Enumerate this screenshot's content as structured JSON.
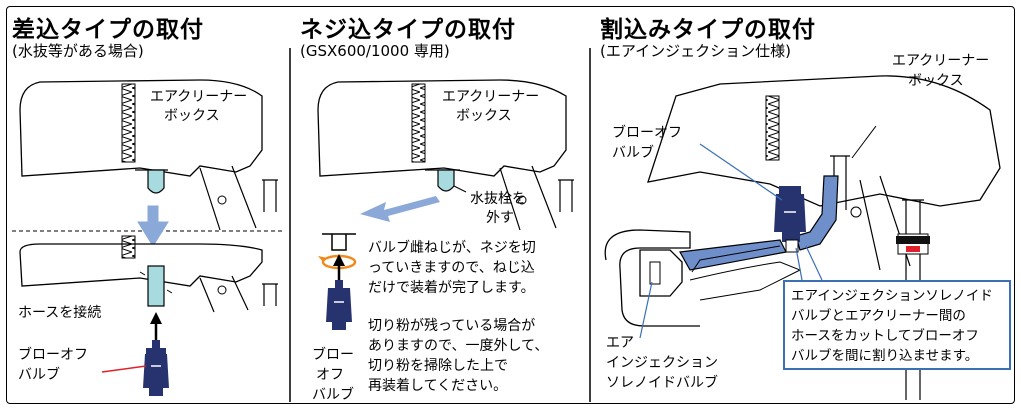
{
  "panels": [
    {
      "title": "差込タイプの取付",
      "subtitle": "(水抜等がある場合)",
      "labels": {
        "aircleaner_1": "エアクリーナー",
        "aircleaner_2": "ボックス",
        "hose": "ホースを接続",
        "valve_1": "ブローオフ",
        "valve_2": "バルブ"
      }
    },
    {
      "title": "ネジ込タイプの取付",
      "subtitle": "(GSX600/1000 専用)",
      "labels": {
        "aircleaner_1": "エアクリーナー",
        "aircleaner_2": "ボックス",
        "drain_1": "水抜栓を",
        "drain_2": "外す",
        "note1": [
          "バルブ雌ねじが、ネジを切",
          "っていきますので、ねじ込",
          "だけで装着が完了します。"
        ],
        "note2": [
          "切り粉が残っている場合が",
          "ありますので、一度外して、",
          "切り粉を掃除した上で",
          "再装着してください。"
        ],
        "valve_1": "ブロー",
        "valve_2": "オフ",
        "valve_3": "バルブ"
      }
    },
    {
      "title": "割込みタイプの取付",
      "subtitle": "(エアインジェクション仕様)",
      "labels": {
        "aircleaner_1": "エアクリーナー",
        "aircleaner_2": "ボックス",
        "valve_1": "ブローオフ",
        "valve_2": "バルブ",
        "ai_1": "エア",
        "ai_2": "インジェクション",
        "ai_3": "ソレノイドバルブ"
      },
      "callout": [
        "エアインジェクションソレノイド",
        "バルブとエアクリーナー間の",
        "ホースをカットしてブローオフ",
        "バルブを間に割り込ませます。"
      ]
    }
  ],
  "colors": {
    "arrow_blue": "#8aa8d8",
    "valve_navy": "#27336e",
    "hose_blue": "#6f8fcb",
    "callout_border": "#3b6fb6",
    "leader_red": "#e0202a",
    "rotate_orange": "#f08a1c",
    "fitting_cyan": "#a8dbe0"
  }
}
